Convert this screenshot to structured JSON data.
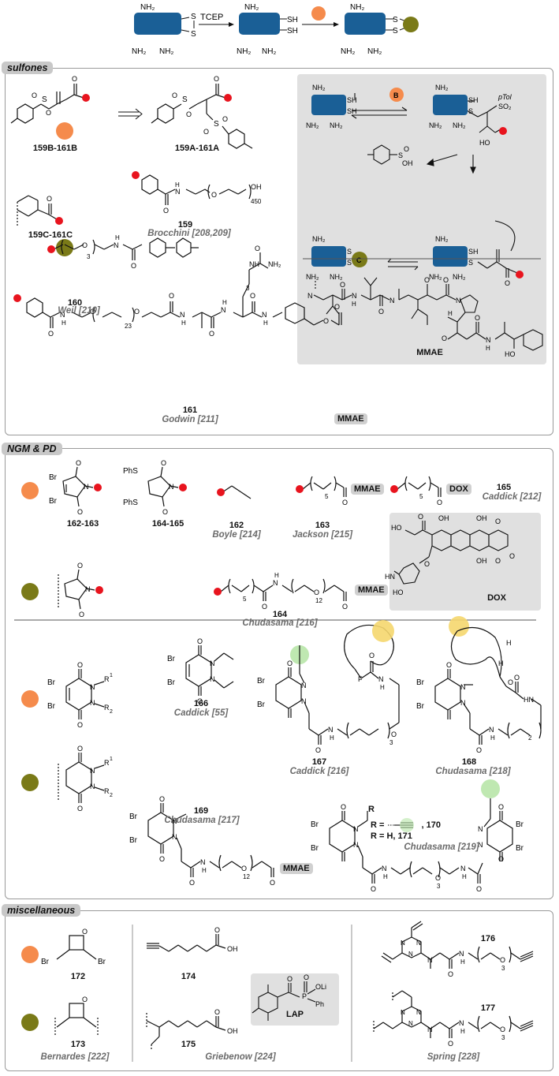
{
  "top_scheme": {
    "reagent": "TCEP",
    "nh2": "NH2",
    "sh": "SH",
    "s": "S"
  },
  "sections": {
    "sulfones": "sulfones",
    "ngm_pd": "NGM & PD",
    "misc": "miscellaneous"
  },
  "sulfones": {
    "lbl_b": "159B-161B",
    "lbl_a": "159A-161A",
    "lbl_c": "159C-161C",
    "c159": "159",
    "ref159": "Brocchini [208,209]",
    "c160": "160",
    "ref160": "Weil [210]",
    "c161": "161",
    "ref161": "Godwin [211]",
    "mmae": "MMAE",
    "mech_b": "B",
    "mech_c": "C",
    "ptol": "pTol",
    "mmae_label": "MMAE",
    "sub_450": "450",
    "sub_3": "3",
    "sub_23": "23",
    "sub_3b": "3"
  },
  "ngm": {
    "l162_163": "162-163",
    "l164_165": "164-165",
    "c162": "162",
    "ref162": "Boyle [214]",
    "c163": "163",
    "ref163": "Jackson [215]",
    "c165": "165",
    "ref165": "Caddick [212]",
    "c164": "164",
    "ref164": "Chudasama [216]",
    "dox": "DOX",
    "mmae": "MMAE",
    "br": "Br",
    "phs": "PhS",
    "sub5": "5",
    "sub12": "12"
  },
  "pd": {
    "c166": "166",
    "ref166": "Caddick [55]",
    "c167": "167",
    "ref167": "Caddick [216]",
    "c168": "168",
    "ref168": "Chudasama [218]",
    "c169": "169",
    "ref169": "Chudasama [217]",
    "r170": "R = ",
    "c170": ", 170",
    "r171": "R = H, ",
    "c171": "171",
    "ref170": "Chudasama [219]",
    "r": "R",
    "r1": "R1",
    "r2": "R2",
    "mmae": "MMAE"
  },
  "misc": {
    "c172": "172",
    "c173": "173",
    "ref173": "Bernardes [222]",
    "c174": "174",
    "c175": "175",
    "ref175": "Griebenow [224]",
    "lap": "LAP",
    "c176": "176",
    "c177": "177",
    "ref177": "Spring [228]",
    "oli": "OLi",
    "ph": "Ph",
    "oh": "OH",
    "br": "Br",
    "n3": "3"
  },
  "colors": {
    "orange": "#f58b4c",
    "olive": "#7a7a18",
    "red": "#e8141e",
    "blue": "#1a5f96",
    "grey_box": "#e0e0e0",
    "green_hl": "#b8e6a8",
    "yellow_hl": "#f5d76e"
  }
}
